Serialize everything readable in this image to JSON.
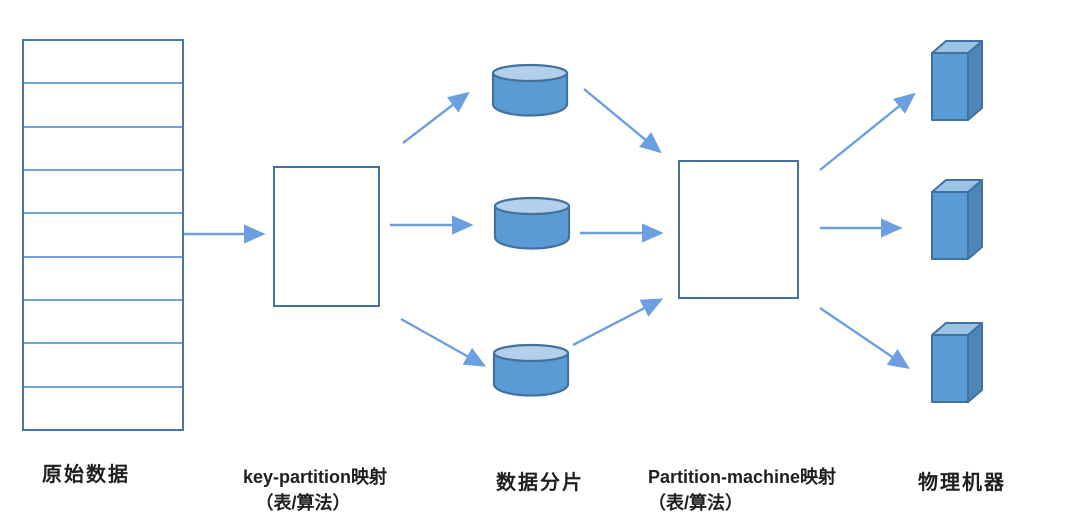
{
  "diagram": {
    "description": "data partitioning flow diagram",
    "nodes": [
      {
        "id": "source-table",
        "shape": "table",
        "rows": 9,
        "label": "原始数据"
      },
      {
        "id": "key-partition-map",
        "shape": "rectangle",
        "label_line1": "key-partition映射",
        "label_line2": "（表/算法）"
      },
      {
        "id": "data-shards",
        "shape": "cylinder",
        "count": 3,
        "label": "数据分片"
      },
      {
        "id": "partition-machine-map",
        "shape": "rectangle",
        "label_line1": "Partition-machine映射",
        "label_line2": "（表/算法）"
      },
      {
        "id": "physical-machines",
        "shape": "cube",
        "count": 3,
        "label": "物理机器"
      }
    ],
    "edges": [
      {
        "from": "source-table",
        "to": "key-partition-map"
      },
      {
        "from": "key-partition-map",
        "to": "data-shard-1"
      },
      {
        "from": "key-partition-map",
        "to": "data-shard-2"
      },
      {
        "from": "key-partition-map",
        "to": "data-shard-3"
      },
      {
        "from": "data-shard-1",
        "to": "partition-machine-map"
      },
      {
        "from": "data-shard-2",
        "to": "partition-machine-map"
      },
      {
        "from": "data-shard-3",
        "to": "partition-machine-map"
      },
      {
        "from": "partition-machine-map",
        "to": "machine-1"
      },
      {
        "from": "partition-machine-map",
        "to": "machine-2"
      },
      {
        "from": "partition-machine-map",
        "to": "machine-3"
      }
    ],
    "colors": {
      "shape_fill": "#5b9bd5",
      "shape_fill_light": "#b3cfec",
      "cube_top_fill": "#9cc3e6",
      "cube_side_fill": "#4d87ba",
      "shape_border": "#41719c",
      "table_outer_border": "#4576ac",
      "table_inner_line": "#6fa0d8",
      "arrow": "#6b9fe0",
      "text": "#1f1f1f",
      "background": "#ffffff"
    }
  }
}
